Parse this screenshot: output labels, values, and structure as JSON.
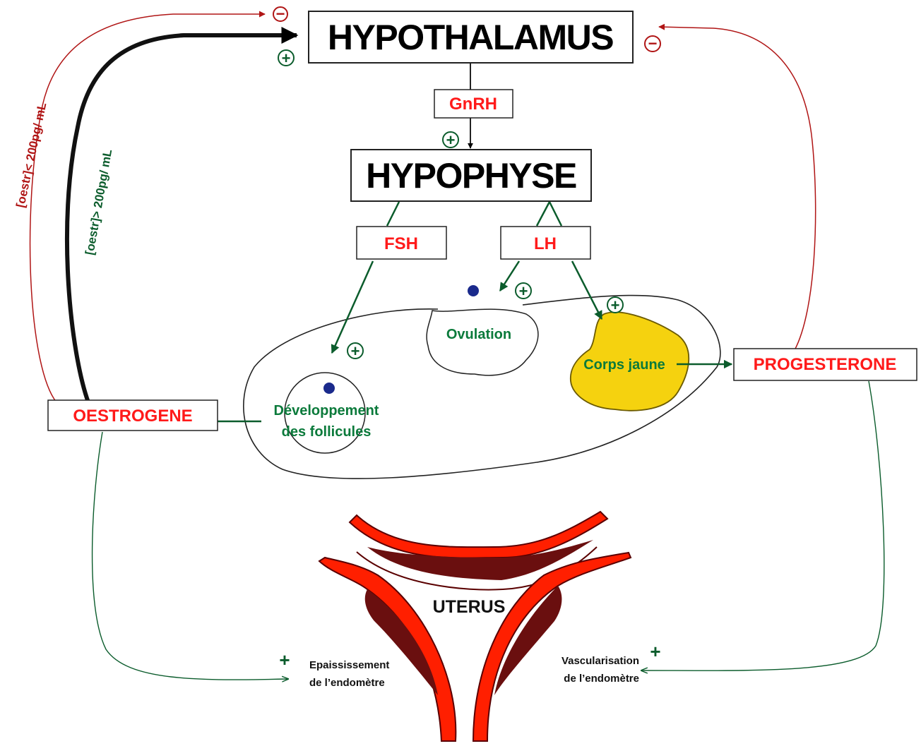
{
  "nodes": {
    "hypothalamus": "HYPOTHALAMUS",
    "hypophyse": "HYPOPHYSE",
    "gnrh": "GnRH",
    "fsh": "FSH",
    "lh": "LH",
    "oestrogene": "OESTROGENE",
    "progesterone": "PROGESTERONE",
    "uterus": "UTERUS"
  },
  "ovary_labels": {
    "ovulation": "Ovulation",
    "corps_jaune": "Corps jaune",
    "follicles_line1": "Développement",
    "follicles_line2": "des follicules"
  },
  "feedback_labels": {
    "low": "[oestr]< 200pg/ mL",
    "high": "[oestr]> 200pg/ mL"
  },
  "effects": {
    "epaississement_line1": "Epaississement",
    "epaississement_line2": "de l’endomètre",
    "vascularisation_line1": "Vascularisation",
    "vascularisation_line2": "de l’endomètre"
  },
  "signs": {
    "plus": "+",
    "minus": "−"
  },
  "colors": {
    "hormone_red": "#ff1a1a",
    "feedback_red": "#b01515",
    "green": "#0b7a3b",
    "corpus_yellow": "#f5d20f",
    "uterus_red": "#ff1f00",
    "uterus_dark": "#6a0f0f"
  }
}
